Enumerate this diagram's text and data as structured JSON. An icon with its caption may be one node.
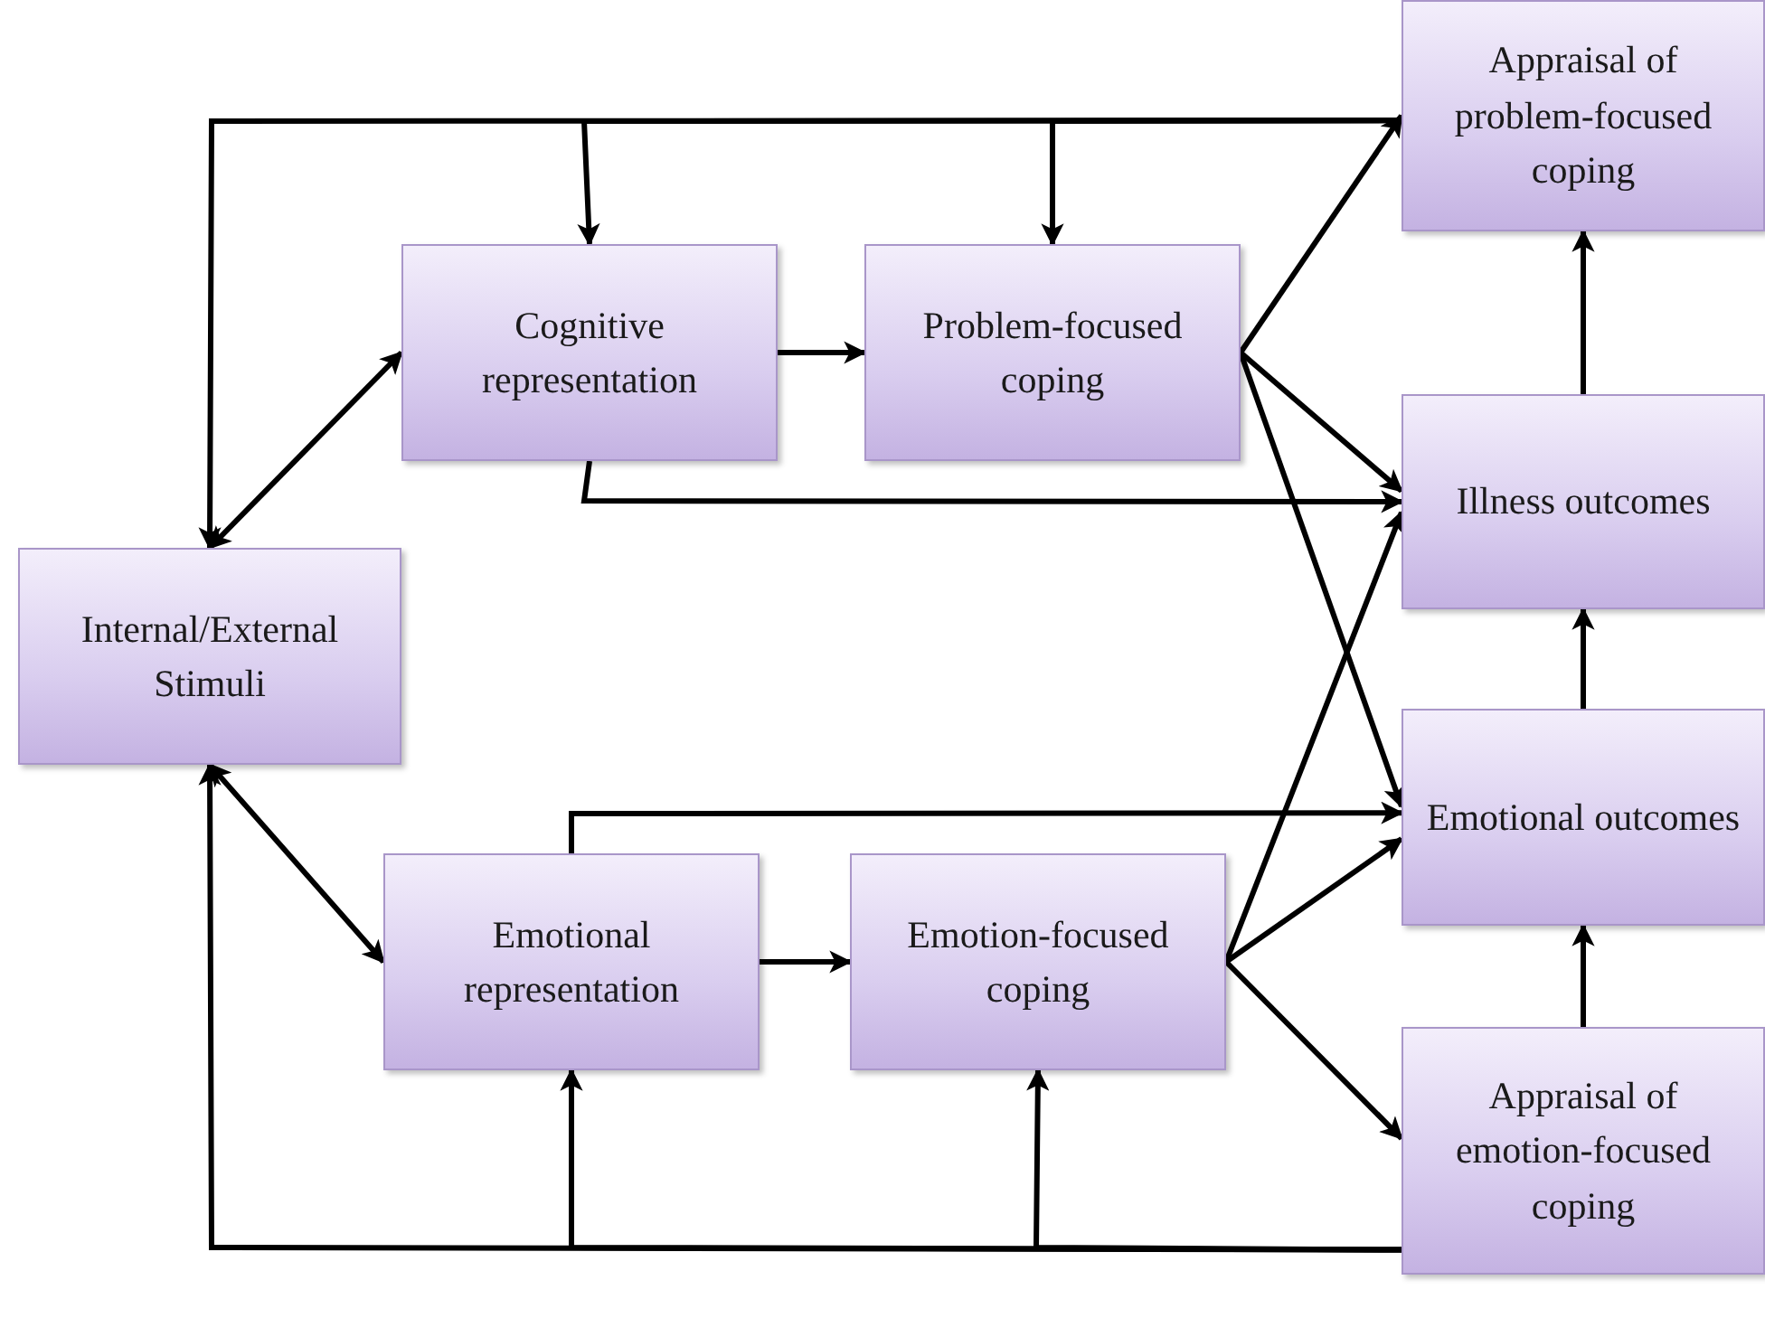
{
  "diagram": {
    "nodes": [
      {
        "text": [
          "Internal/External Stimuli"
        ]
      },
      {
        "text": [
          "Cognitive representation"
        ]
      },
      {
        "text": [
          "Problem-focused coping"
        ]
      },
      {
        "text": [
          "Emotional representation"
        ]
      },
      {
        "text": [
          "Emotion-focused coping"
        ]
      },
      {
        "text": [
          "Appraisal of problem-focused coping"
        ]
      },
      {
        "text": [
          "Illness outcomes"
        ]
      },
      {
        "text": [
          "Emotional outcomes"
        ]
      },
      {
        "text": [
          "Appraisal of emotion-focused coping"
        ]
      }
    ],
    "edges": [
      {
        "from": 0,
        "to": 1,
        "arrow": "both"
      },
      {
        "from": 1,
        "to": 2,
        "arrow": "to"
      },
      {
        "from": 1,
        "to": 6,
        "arrow": "to"
      },
      {
        "from": 2,
        "to": 5,
        "arrow": "to"
      },
      {
        "from": 2,
        "to": 6,
        "arrow": "to"
      },
      {
        "from": 2,
        "to": 7,
        "arrow": "to"
      },
      {
        "from": 6,
        "to": 5,
        "arrow": "to"
      },
      {
        "from": 7,
        "to": 6,
        "arrow": "to"
      },
      {
        "from": 8,
        "to": 7,
        "arrow": "to"
      },
      {
        "from": 0,
        "to": 3,
        "arrow": "both"
      },
      {
        "from": 3,
        "to": 4,
        "arrow": "to"
      },
      {
        "from": 3,
        "to": 7,
        "arrow": "to"
      },
      {
        "from": 4,
        "to": 6,
        "arrow": "to"
      },
      {
        "from": 4,
        "to": 7,
        "arrow": "to"
      },
      {
        "from": 4,
        "to": 8,
        "arrow": "to"
      },
      {
        "from": 5,
        "to": 0,
        "arrow": "to"
      },
      {
        "from": 5,
        "to": 1,
        "arrow": "to"
      },
      {
        "from": 5,
        "to": 2,
        "arrow": "to"
      },
      {
        "from": 8,
        "to": 0,
        "arrow": "to"
      },
      {
        "from": 8,
        "to": 3,
        "arrow": "to"
      },
      {
        "from": 8,
        "to": 4,
        "arrow": "to"
      }
    ]
  }
}
